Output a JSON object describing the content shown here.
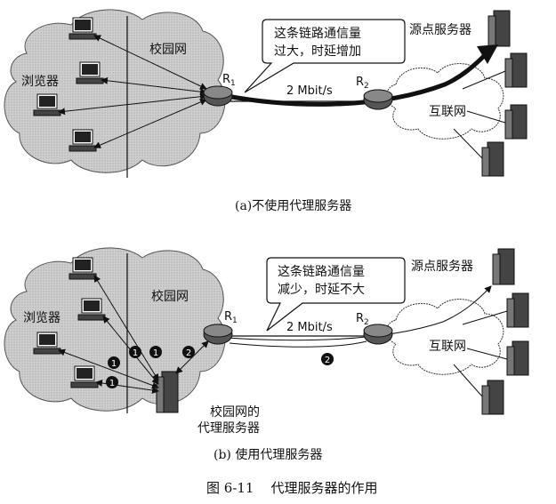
{
  "figure_caption": "图 6-11    代理服务器的作用",
  "diagram_a": {
    "subcaption": "(a)不使用代理服务器",
    "campus_label": "校园网",
    "browser_label": "浏览器",
    "router1": "R",
    "router1_sub": "1",
    "router2": "R",
    "router2_sub": "2",
    "link_speed": "2 Mbit/s",
    "internet_label": "互联网",
    "origin_server_label": "源点服务器",
    "callout_line1": "这条链路通信量",
    "callout_line2": "过大，时延增加"
  },
  "diagram_b": {
    "subcaption": "(b) 使用代理服务器",
    "campus_label": "校园网",
    "browser_label": "浏览器",
    "router1": "R",
    "router1_sub": "1",
    "router2": "R",
    "router2_sub": "2",
    "link_speed": "2 Mbit/s",
    "internet_label": "互联网",
    "origin_server_label": "源点服务器",
    "callout_line1": "这条链路通信量",
    "callout_line2": "减少，时延不大",
    "proxy_label_line1": "校园网的",
    "proxy_label_line2": "代理服务器",
    "step_markers": [
      "1",
      "1",
      "1",
      "1",
      "2",
      "2"
    ]
  }
}
